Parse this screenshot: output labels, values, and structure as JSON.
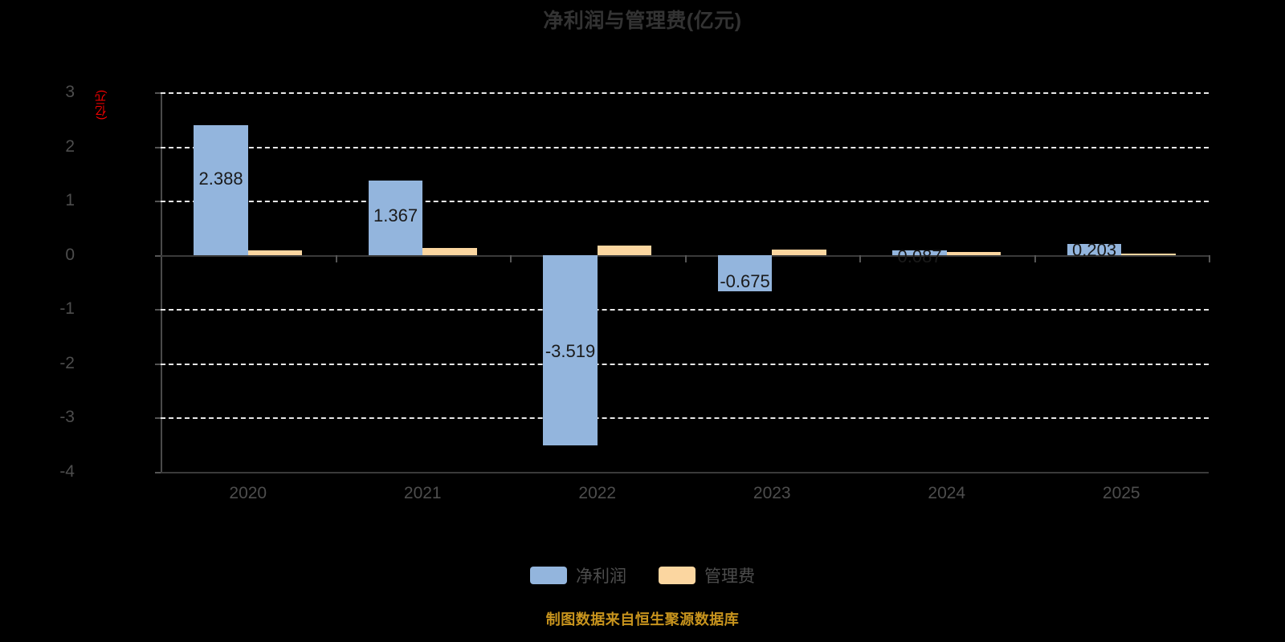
{
  "chart_data": {
    "type": "bar",
    "title": "净利润与管理费(亿元)",
    "xlabel": "",
    "ylabel": "(亿元)",
    "categories": [
      "2020",
      "2021",
      "2022",
      "2023",
      "2024",
      "2025"
    ],
    "series": [
      {
        "name": "净利润",
        "color": "#93b5dd",
        "values": [
          2.388,
          1.367,
          -3.519,
          -0.675,
          0.087,
          0.203
        ],
        "labels": [
          "2.388",
          "1.367",
          "-3.519",
          "-0.675",
          "0.087",
          "0.203"
        ]
      },
      {
        "name": "管理费",
        "color": "#fbd6a0",
        "values": [
          0.08,
          0.13,
          0.18,
          0.095,
          0.055,
          0.018
        ],
        "labels": [
          "",
          "",
          "",
          "",
          "",
          ""
        ]
      }
    ],
    "ylim": [
      -4,
      3
    ],
    "yticks": [
      3,
      2,
      1,
      0,
      -1,
      -2,
      -3,
      -4
    ],
    "ytick_labels": [
      "3",
      "2",
      "1",
      "0",
      "-1",
      "-2",
      "-3",
      "-4"
    ],
    "grid": true,
    "grid_style": "dashed-horizontal",
    "legend_position": "bottom",
    "background": "#000000",
    "title_color": "#333333",
    "axis_text_color": "#4d4d4d"
  },
  "footer": {
    "source_note": "制图数据来自恒生聚源数据库",
    "color": "#c8941d"
  }
}
